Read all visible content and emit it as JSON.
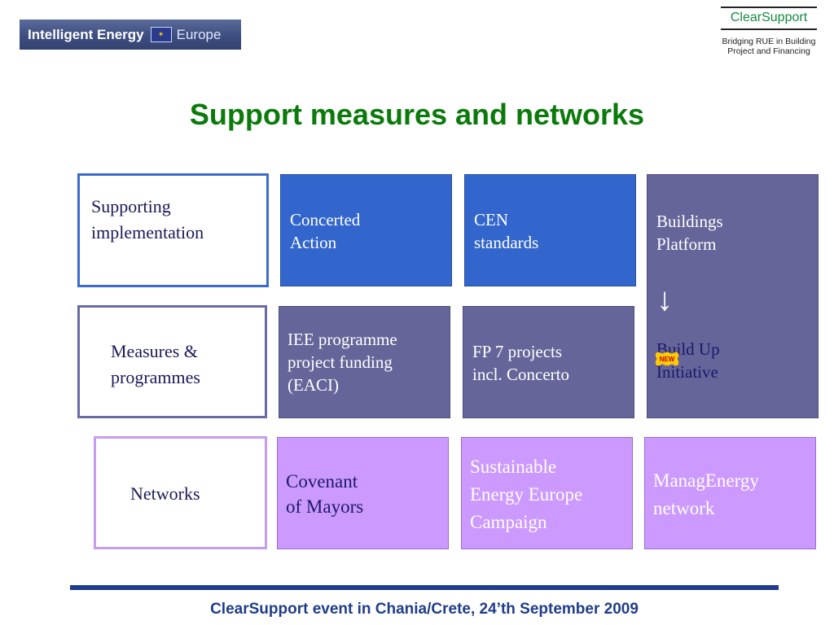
{
  "logos": {
    "iee": {
      "text_strong": "Intelligent Energy",
      "text_light": "Europe"
    },
    "clearsupport": {
      "name": "ClearSupport",
      "tagline_line1": "Bridging RUE in Building",
      "tagline_line2": "Project and Financing"
    }
  },
  "title": "Support measures and networks",
  "rows": [
    {
      "label": [
        "Supporting",
        "implementation"
      ],
      "cells": [
        {
          "lines": [
            "Concerted",
            "Action"
          ]
        },
        {
          "lines": [
            "CEN",
            "standards"
          ]
        }
      ]
    },
    {
      "label": [
        "Measures &",
        "programmes"
      ],
      "cells": [
        {
          "lines": [
            "IEE programme",
            "project funding",
            "(EACI)"
          ]
        },
        {
          "lines": [
            "FP 7 projects",
            "incl. Concerto"
          ]
        }
      ]
    },
    {
      "label": [
        "Networks"
      ],
      "cells": [
        {
          "lines": [
            "Covenant",
            "of Mayors"
          ]
        },
        {
          "lines": [
            "Sustainable",
            "Energy Europe",
            "Campaign"
          ]
        },
        {
          "lines": [
            "ManagEnergy",
            "network"
          ]
        }
      ]
    }
  ],
  "buildings_column": {
    "top_lines": [
      "Buildings",
      "Platform"
    ],
    "arrow": "↓",
    "bottom_lines": [
      "Build Up",
      "Initiative"
    ],
    "badge": "NEW"
  },
  "footer": "ClearSupport event in Chania/Crete, 24’th September 2009",
  "colors": {
    "title": "#0a7a0a",
    "blue_box": "#3366cc",
    "slate_box": "#65659a",
    "lavender_box": "#cc99ff",
    "footer": "#1f3d8a"
  }
}
